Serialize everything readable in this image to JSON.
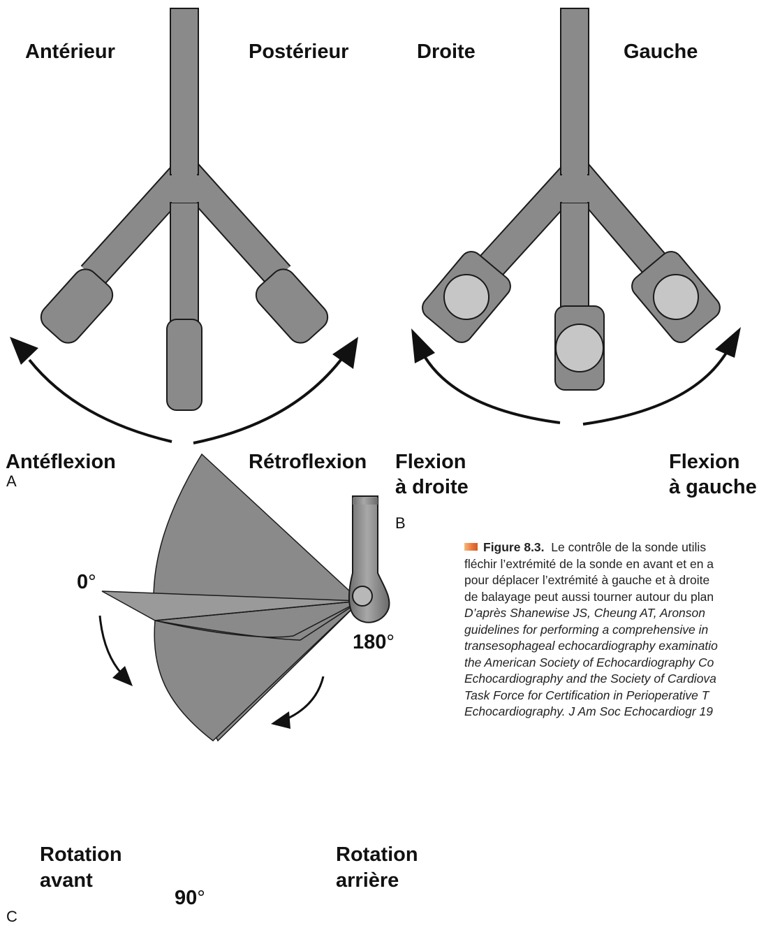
{
  "panel_a": {
    "top_left": "Antérieur",
    "top_right": "Postérieur",
    "bottom_left": "Antéflexion",
    "bottom_right": "Rétroflexion",
    "letter": "A"
  },
  "panel_b": {
    "top_left": "Droite",
    "top_right": "Gauche",
    "bottom_left_1": "Flexion",
    "bottom_left_2": "à droite",
    "bottom_right_1": "Flexion",
    "bottom_right_2": "à gauche",
    "letter": "B"
  },
  "panel_c": {
    "angle_0": "0",
    "angle_90": "90",
    "angle_180": "180",
    "deg_symbol": "°",
    "rot_forward_1": "Rotation",
    "rot_forward_2": "avant",
    "rot_back_1": "Rotation",
    "rot_back_2": "arrière",
    "letter": "C"
  },
  "caption": {
    "figure_number": "Figure 8.3.",
    "lines": [
      "Le contrôle de la sonde utilis",
      "fléchir l’extrémité de la sonde en avant et en a",
      "pour déplacer l’extrémité à gauche et à droite",
      "de balayage peut aussi tourner autour du plan"
    ],
    "citation_lines": [
      "D’après Shanewise JS, Cheung AT, Aronson",
      "guidelines for performing a comprehensive in",
      "transesophageal echocardiography examinatio",
      "the American Society of Echocardiography Co",
      "Echocardiography and the Society of Cardiova",
      "Task Force for Certification in Perioperative T",
      "Echocardiography. J Am Soc Echocardiogr 19"
    ]
  },
  "colors": {
    "probe_fill": "#8a8a8a",
    "probe_stroke": "#1a1a1a",
    "head_circle": "#c6c6c6",
    "sector_fill": "#8c8c8c",
    "arrow": "#111111",
    "caption_marker": "#e8743b"
  }
}
